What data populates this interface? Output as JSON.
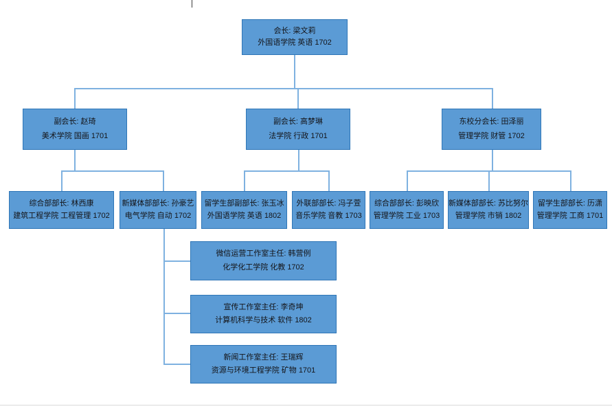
{
  "colors": {
    "box_fill": "#5B9BD5",
    "box_border": "#2E75B6",
    "connector": "#7EB1E0",
    "text": "#141418"
  },
  "nodes": [
    {
      "role": "president",
      "line1": "会长: 梁文莉",
      "line2": "外国语学院 英语 1702"
    },
    {
      "role": "vice-president-1",
      "line1": "副会长: 赵琦",
      "line2": "美术学院 国画 1701"
    },
    {
      "role": "vice-president-2",
      "line1": "副会长: 高梦琳",
      "line2": "法学院 行政 1701"
    },
    {
      "role": "east-campus-president",
      "line1": "东校分会长: 田泽丽",
      "line2": "管理学院 财管 1702"
    },
    {
      "role": "general-dept-head-west",
      "line1": "综合部部长: 林西康",
      "line2": "建筑工程学院 工程管理 1702"
    },
    {
      "role": "new-media-dept-head",
      "line1": "新媒体部部长: 孙豪艺",
      "line2": "电气学院 自动 1702"
    },
    {
      "role": "intl-student-deputy-head",
      "line1": "留学生部副部长: 张玉冰",
      "line2": "外国语学院 英语 1802"
    },
    {
      "role": "outreach-dept-head",
      "line1": "外联部部长: 冯子萱",
      "line2": "音乐学院 音教 1703"
    },
    {
      "role": "general-dept-head-east",
      "line1": "综合部部长: 彭映欣",
      "line2": "管理学院 工业 1703"
    },
    {
      "role": "new-media-dept-head-east",
      "line1": "新媒体部部长: 苏比努尔",
      "line2": "管理学院 市销 1802"
    },
    {
      "role": "intl-student-dept-head",
      "line1": "留学生部部长: 历潇",
      "line2": "管理学院 工商 1701"
    },
    {
      "role": "wechat-studio-director",
      "line1": "微信运营工作室主任: 韩营例",
      "line2": "化学化工学院 化教 1702"
    },
    {
      "role": "publicity-studio-director",
      "line1": "宣传工作室主任: 李奇坤",
      "line2": "计算机科学与技术 软件 1802"
    },
    {
      "role": "news-studio-director",
      "line1": "新闻工作室主任: 王瑞辉",
      "line2": "资源与环境工程学院 矿物 1701"
    }
  ]
}
